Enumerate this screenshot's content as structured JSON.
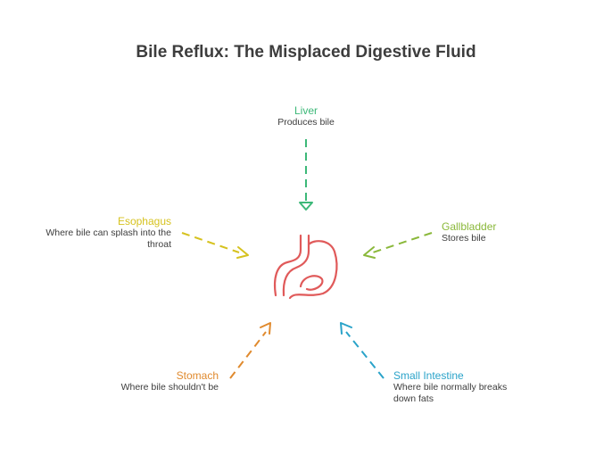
{
  "title": "Bile Reflux: The Misplaced Digestive Fluid",
  "center": {
    "icon": "stomach-icon",
    "color": "#e05a5a"
  },
  "nodes": [
    {
      "id": "liver",
      "label": "Liver",
      "description": "Produces bile",
      "color": "#3cb878"
    },
    {
      "id": "esophagus",
      "label": "Esophagus",
      "description": "Where bile can splash into the throat",
      "color": "#d6c21f"
    },
    {
      "id": "gallbladder",
      "label": "Gallbladder",
      "description": "Stores bile",
      "color": "#8ab83a"
    },
    {
      "id": "stomach",
      "label": "Stomach",
      "description": "Where bile shouldn't be",
      "color": "#e08a2e"
    },
    {
      "id": "small_intestine",
      "label": "Small Intestine",
      "description": "Where bile normally breaks down fats",
      "color": "#2aa3c9"
    }
  ]
}
